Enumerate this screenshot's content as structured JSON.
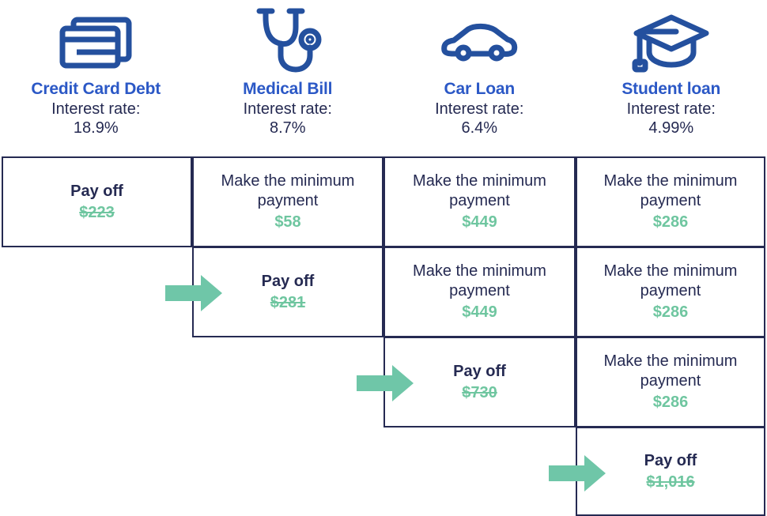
{
  "debts": [
    {
      "icon": "credit-card-icon",
      "name": "Credit Card Debt",
      "rate_label": "Interest rate:",
      "rate": "18.9%"
    },
    {
      "icon": "stethoscope-icon",
      "name": "Medical Bill",
      "rate_label": "Interest rate:",
      "rate": "8.7%"
    },
    {
      "icon": "car-icon",
      "name": "Car Loan",
      "rate_label": "Interest rate:",
      "rate": "6.4%"
    },
    {
      "icon": "graduation-cap-icon",
      "name": "Student loan",
      "rate_label": "Interest rate:",
      "rate": "4.99%"
    }
  ],
  "colors": {
    "title_blue": "#2B58C6",
    "navy": "#252A52",
    "green": "#6FC6A0",
    "arrow_green": "#6FC6A8",
    "icon_blue": "#24509E"
  },
  "labels": {
    "pay_off": "Pay off",
    "minimum_payment": "Make the minimum payment"
  },
  "rows": [
    {
      "index": 1,
      "cells": [
        {
          "column": "Credit Card Debt",
          "action": "Pay off",
          "amount": "$223",
          "paid_off": true
        },
        {
          "column": "Medical Bill",
          "action": "Make the minimum payment",
          "amount": "$58",
          "paid_off": false
        },
        {
          "column": "Car Loan",
          "action": "Make the minimum payment",
          "amount": "$449",
          "paid_off": false
        },
        {
          "column": "Student loan",
          "action": "Make the minimum payment",
          "amount": "$286",
          "paid_off": false
        }
      ]
    },
    {
      "index": 2,
      "cells": [
        {
          "column": "Medical Bill",
          "action": "Pay off",
          "amount": "$281",
          "paid_off": true
        },
        {
          "column": "Car Loan",
          "action": "Make the minimum payment",
          "amount": "$449",
          "paid_off": false
        },
        {
          "column": "Student loan",
          "action": "Make the minimum payment",
          "amount": "$286",
          "paid_off": false
        }
      ]
    },
    {
      "index": 3,
      "cells": [
        {
          "column": "Car Loan",
          "action": "Pay off",
          "amount": "$730",
          "paid_off": true
        },
        {
          "column": "Student loan",
          "action": "Make the minimum payment",
          "amount": "$286",
          "paid_off": false
        }
      ]
    },
    {
      "index": 4,
      "cells": [
        {
          "column": "Student loan",
          "action": "Pay off",
          "amount": "$1,016",
          "paid_off": true
        }
      ]
    }
  ],
  "arrows": [
    {
      "points_to_row": 2,
      "points_to_column": "Medical Bill"
    },
    {
      "points_to_row": 3,
      "points_to_column": "Car Loan"
    },
    {
      "points_to_row": 4,
      "points_to_column": "Student loan"
    }
  ]
}
